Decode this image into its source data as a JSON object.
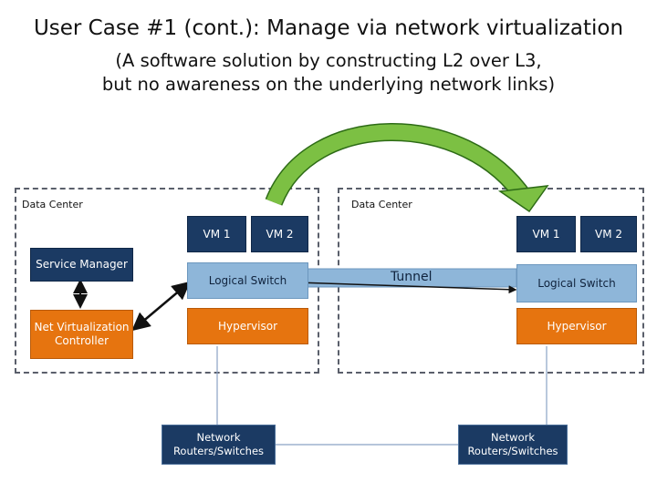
{
  "title": {
    "line1": "User Case #1 (cont.): Manage via network virtualization",
    "line2a": "(A software solution by constructing L2 over L3,",
    "line2b": "but no awareness on the underlying network links)"
  },
  "left_dc": {
    "label": "Data Center",
    "service_manager": "Service Manager",
    "nvc": "Net Virtualization Controller",
    "vm1": "VM 1",
    "vm2": "VM 2",
    "logical_switch": "Logical Switch",
    "hypervisor": "Hypervisor",
    "network": "Network Routers/Switches"
  },
  "right_dc": {
    "label": "Data Center",
    "vm1": "VM 1",
    "vm2": "VM 2",
    "logical_switch": "Logical Switch",
    "hypervisor": "Hypervisor",
    "network": "Network Routers/Switches"
  },
  "tunnel_label": "Tunnel",
  "colors": {
    "navy": "#1b3a63",
    "orange": "#e6740f",
    "logical_switch": "#8eb6d9",
    "migration_arrow": "#7cc043",
    "border": "#5a5f6b"
  }
}
